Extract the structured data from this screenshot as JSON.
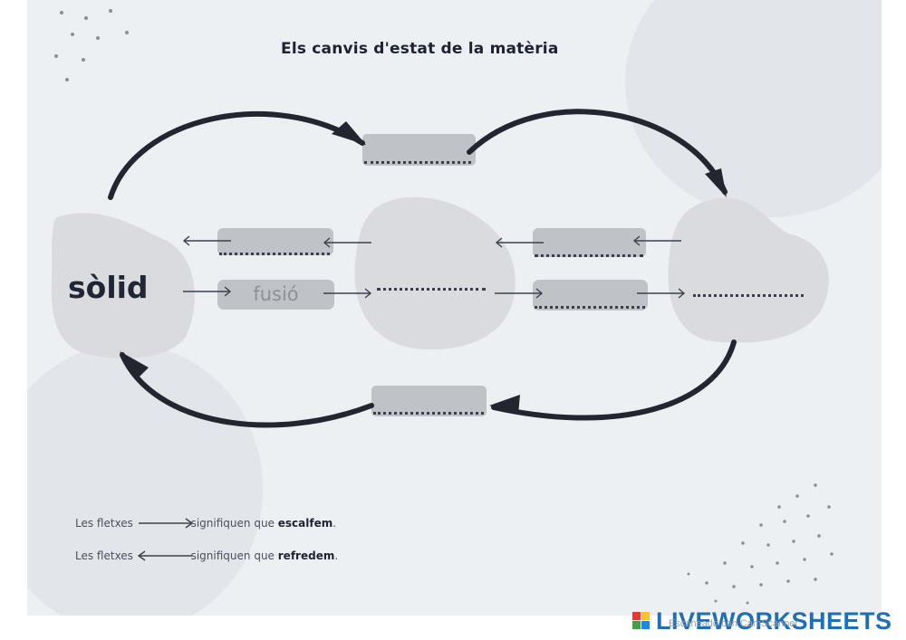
{
  "title": "Els canvis d'estat de la matèria",
  "states": {
    "solid": "sòlid"
  },
  "boxes": {
    "fusion": "fusió"
  },
  "legend": {
    "heat_prefix": "Les fletxes",
    "heat_middle": "signifiquen que",
    "heat_word": "escalfem",
    "cool_prefix": "Les fletxes",
    "cool_middle": "signifiquen que",
    "cool_word": "refredem"
  },
  "footer": {
    "brand": "LIVEWORKSHEETS",
    "scan_note": "Escaneado con CamScanner"
  },
  "colors": {
    "blob": "#d9dbdf",
    "box": "#bfc2c7",
    "arrow": "#23262e",
    "brand": "#1d6fb8"
  }
}
